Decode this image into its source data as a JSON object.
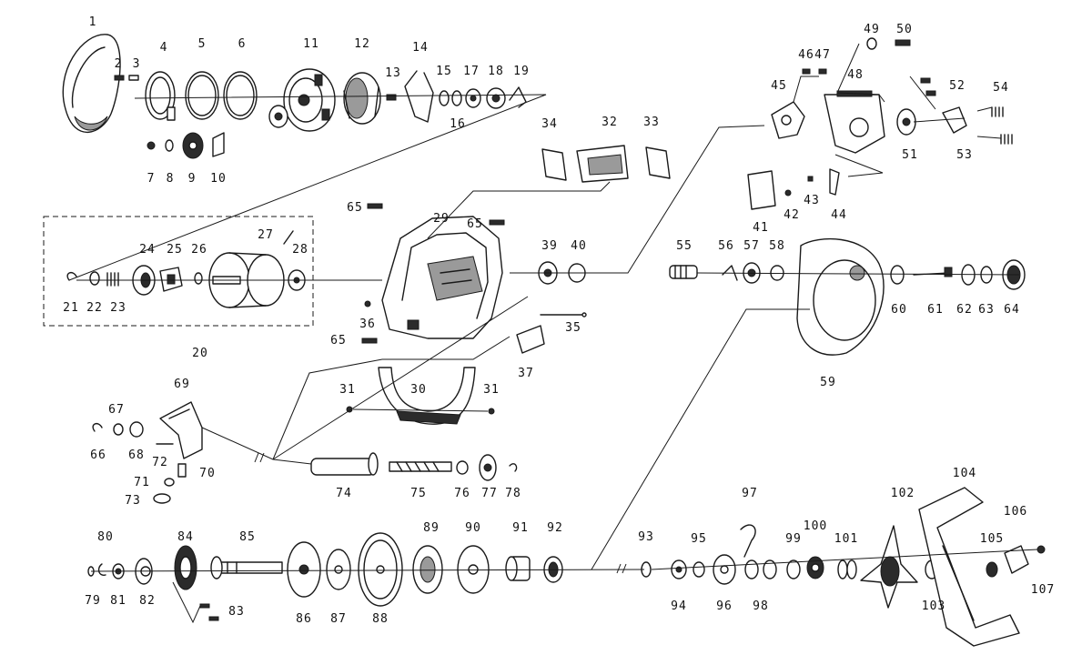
{
  "labels": [
    "1",
    "2",
    "3",
    "4",
    "5",
    "6",
    "7",
    "8",
    "9",
    "10",
    "11",
    "12",
    "13",
    "14",
    "15",
    "16",
    "17",
    "18",
    "19",
    "20",
    "21",
    "22",
    "23",
    "24",
    "25",
    "26",
    "27",
    "28",
    "29",
    "30",
    "31",
    "32",
    "33",
    "34",
    "35",
    "36",
    "37",
    "39",
    "40",
    "41",
    "42",
    "43",
    "44",
    "45",
    "46",
    "47",
    "48",
    "49",
    "50",
    "51",
    "52",
    "53",
    "54",
    "55",
    "56",
    "57",
    "58",
    "59",
    "60",
    "61",
    "62",
    "63",
    "64",
    "65",
    "66",
    "67",
    "68",
    "69",
    "70",
    "71",
    "72",
    "73",
    "74",
    "75",
    "76",
    "77",
    "78",
    "79",
    "80",
    "81",
    "82",
    "83",
    "84",
    "85",
    "86",
    "87",
    "88",
    "89",
    "90",
    "91",
    "92",
    "93",
    "94",
    "95",
    "96",
    "97",
    "98",
    "99",
    "100",
    "101",
    "102",
    "103",
    "104",
    "105",
    "106",
    "107"
  ],
  "palette": {
    "ink": "#1a1a1a",
    "paper": "#ffffff",
    "shade": "#9a9a9a",
    "fill": "#2b2b2b"
  }
}
